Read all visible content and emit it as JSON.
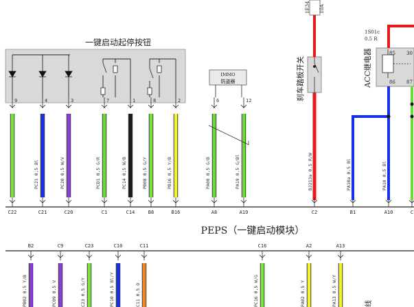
{
  "titles": {
    "button_box": "一键启动起停按钮",
    "module": "PEPS（一键启动模块）",
    "brake_switch": "刹车踏板开关",
    "acc_relay": "ACC继电器",
    "immo": "IMMO",
    "immo_cn": "防盗器",
    "fuse_top": "1E34",
    "fuse_amp": "10A",
    "acc_wire_a": "1S01c",
    "acc_wire_b": "0.5 R",
    "relay_pin_85": "85",
    "relay_pin_30": "30",
    "relay_pin_86": "86",
    "relay_pin_87": "87",
    "bottom_right_text": "线"
  },
  "top_wires": [
    {
      "pin": "9",
      "label": "",
      "bottom": "C22",
      "color": "#7CE23C"
    },
    {
      "pin": "4",
      "label": "PC21 0.5 Bl",
      "bottom": "C21",
      "color": "#1530E8"
    },
    {
      "pin": "3",
      "label": "PC20 0.5 W/V",
      "bottom": "C20",
      "color": "#8A3ED9"
    },
    {
      "pin": "7",
      "label": "PCD1 0.5 G/R",
      "bottom": "C1",
      "color": "#6FD83A"
    },
    {
      "pin": "1",
      "label": "PC14 0.5 W/B",
      "bottom": "C14",
      "color": "#1A1A1A"
    },
    {
      "pin": "8",
      "label": "PB08 0.5 G/Y",
      "bottom": "B8",
      "color": "#7CE23C"
    },
    {
      "pin": "2",
      "label": "PB16 0.5 Y/B",
      "bottom": "B16",
      "color": "#F3F230"
    },
    {
      "pin": "6",
      "label": "PA08 0.5 G/B",
      "bottom": "A8",
      "color": "#6FD83A"
    },
    {
      "pin": "12",
      "label": "PA19 0.5 G/Bl",
      "bottom": "A19",
      "color": "#6FD83A"
    },
    {
      "pin": "",
      "label": "BJ213a 0.5 R/W",
      "bottom": "C2",
      "color": "#E81818"
    },
    {
      "pin": "",
      "label": "PA10a 0.5 Bl",
      "bottom": "B1",
      "color": "#1530E8"
    },
    {
      "pin": "",
      "label": "PA10 0.5 Bl",
      "bottom": "A10",
      "color": "#1530E8"
    },
    {
      "pin": "",
      "label": "",
      "bottom": "C",
      "color": "#6FD83A"
    }
  ],
  "bottom_wires": [
    {
      "conn": "B2",
      "label": "PB02 0.5 Y/B",
      "color": "#8A3ED9"
    },
    {
      "conn": "C9",
      "label": "PC09 0.5 V",
      "color": "#8A3ED9"
    },
    {
      "conn": "C23",
      "label": "C23 0.5 G/Y",
      "color": "#7CE23C"
    },
    {
      "conn": "C10",
      "label": "PC10 0.5 Bl/Y",
      "color": "#1530E8"
    },
    {
      "conn": "C11",
      "label": "C11 0.5 O",
      "color": "#F08A1C"
    },
    {
      "conn": "C16",
      "label": "PC16 0.5 W/G",
      "color": "#7CE23C"
    },
    {
      "conn": "A2",
      "label": "PA02 0.5 Y",
      "color": "#F3F230"
    },
    {
      "conn": "A13",
      "label": "PA13 0.5 W/Y",
      "color": "#F3F230"
    }
  ]
}
